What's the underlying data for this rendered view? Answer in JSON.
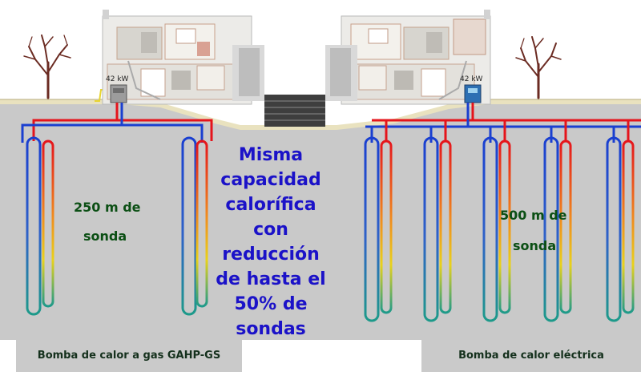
{
  "center_message": {
    "lines": [
      "Misma",
      "capacidad",
      "calorífica",
      "con",
      "reducción",
      "de hasta el",
      "50% de",
      "sondas"
    ]
  },
  "left_system": {
    "power": "42 kW",
    "probe_length": "250 m de",
    "probe_unit": "sonda",
    "footer": "Bomba de calor a gas GAHP-GS"
  },
  "right_system": {
    "power": "42 kW",
    "probe_length": "500 m de",
    "probe_unit": "sonda",
    "footer": "Bomba de calor eléctrica"
  },
  "colors": {
    "ground": "#c9c9c9",
    "pipe_supply": "#e5141b",
    "pipe_return": "#1a3fd0",
    "probe_bottom": "#1d9a8a",
    "probe_mid": "#f2c21a",
    "center_text": "#1b12c8",
    "sonda_text": "#0b4f14"
  }
}
